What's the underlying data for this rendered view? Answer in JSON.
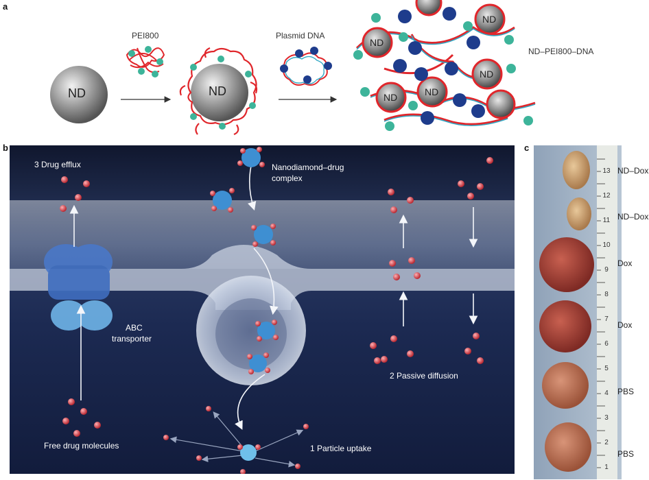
{
  "panels": {
    "a": "a",
    "b": "b",
    "c": "c"
  },
  "panel_a": {
    "nd": "ND",
    "pei": "PEI800",
    "plasmid": "Plasmid DNA",
    "complex": "ND–PEI800–DNA"
  },
  "panel_b": {
    "efflux": "3 Drug efflux",
    "complex_line1": "Nanodiamond–drug",
    "complex_line2": "complex",
    "abc_line1": "ABC",
    "abc_line2": "transporter",
    "free": "Free drug molecules",
    "uptake": "1 Particle uptake",
    "passive": "2 Passive diffusion"
  },
  "panel_c": {
    "labels": [
      "ND–Dox",
      "ND–Dox",
      "Dox",
      "Dox",
      "PBS",
      "PBS"
    ],
    "ruler_numbers": [
      "13",
      "12",
      "11",
      "10",
      "9",
      "8",
      "7",
      "6",
      "5",
      "4",
      "3",
      "2",
      "1"
    ]
  },
  "colors": {
    "pei": "#e0262b",
    "dna": "#32a8c4",
    "drug": "#d9454f",
    "membrane": "#c7d0dc",
    "cell_bg": "#1b2648"
  }
}
